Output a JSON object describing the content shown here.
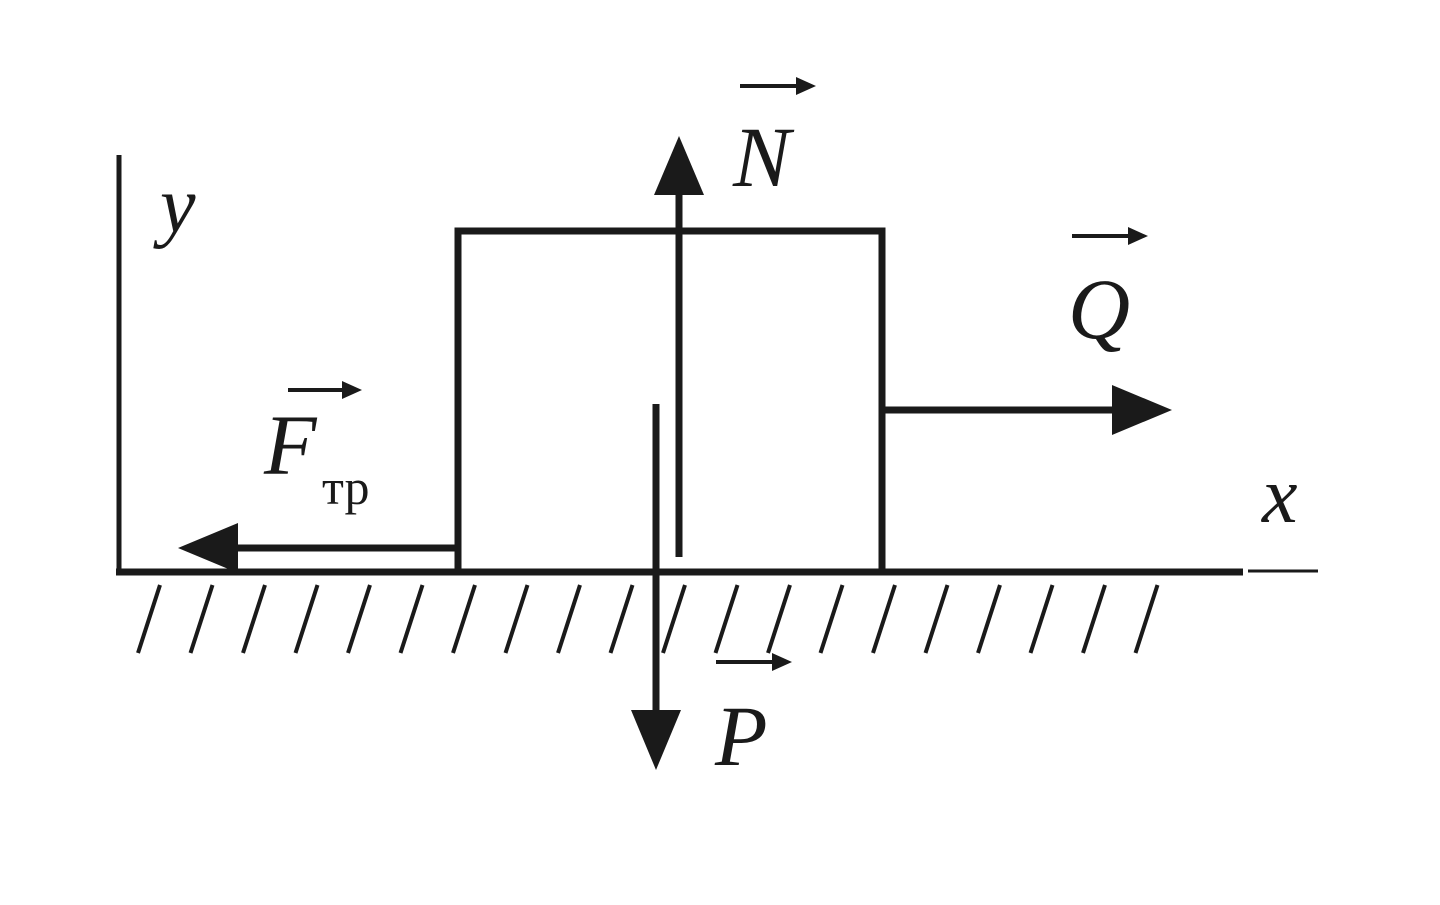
{
  "diagram": {
    "axes": {
      "x_label": "x",
      "y_label": "y"
    },
    "forces": {
      "normal": {
        "symbol": "N"
      },
      "pull": {
        "symbol": "Q"
      },
      "friction": {
        "symbol": "F",
        "subscript": "тр"
      },
      "weight": {
        "symbol": "P"
      }
    },
    "colors": {
      "ink": "#1a1a1a",
      "background": "#ffffff"
    }
  }
}
